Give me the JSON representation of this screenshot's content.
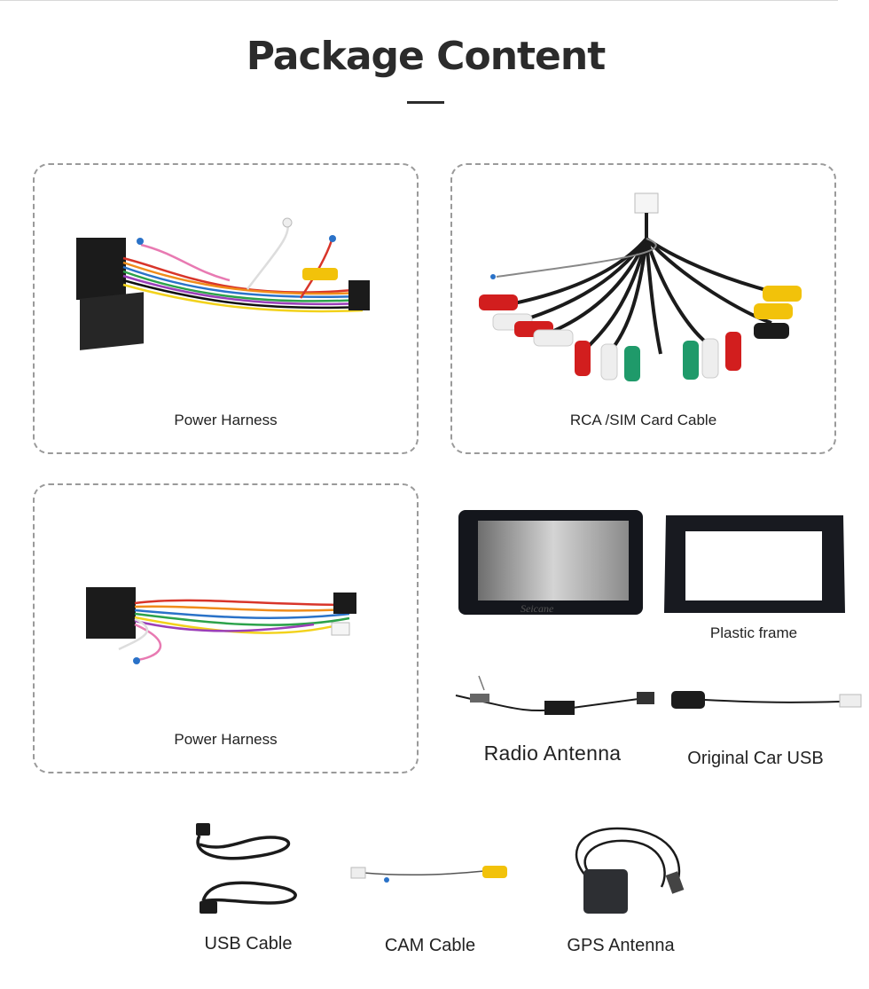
{
  "page": {
    "title": "Package Content"
  },
  "items": [
    {
      "label": "Power Harness",
      "icon": "power-harness-icon"
    },
    {
      "label": "RCA /SIM Card Cable",
      "icon": "rca-cable-icon"
    },
    {
      "label": "Power Harness",
      "icon": "power-harness-icon"
    },
    {
      "label": "Plastic frame",
      "icon": "plastic-frame-icon"
    },
    {
      "label": "Radio Antenna",
      "icon": "radio-antenna-icon"
    },
    {
      "label": "Original Car USB",
      "icon": "car-usb-icon"
    },
    {
      "label": "USB Cable",
      "icon": "usb-cable-icon"
    },
    {
      "label": "CAM Cable",
      "icon": "cam-cable-icon"
    },
    {
      "label": "GPS Antenna",
      "icon": "gps-antenna-icon"
    }
  ],
  "radio_unit": {
    "brand": "Seicane",
    "icon": "radio-unit-icon"
  },
  "colors": {
    "title": "#2b2b2b",
    "border": "#9a9a9a",
    "red": "#d21e1e",
    "yellow": "#f2c20a",
    "green": "#1f9a6a"
  }
}
